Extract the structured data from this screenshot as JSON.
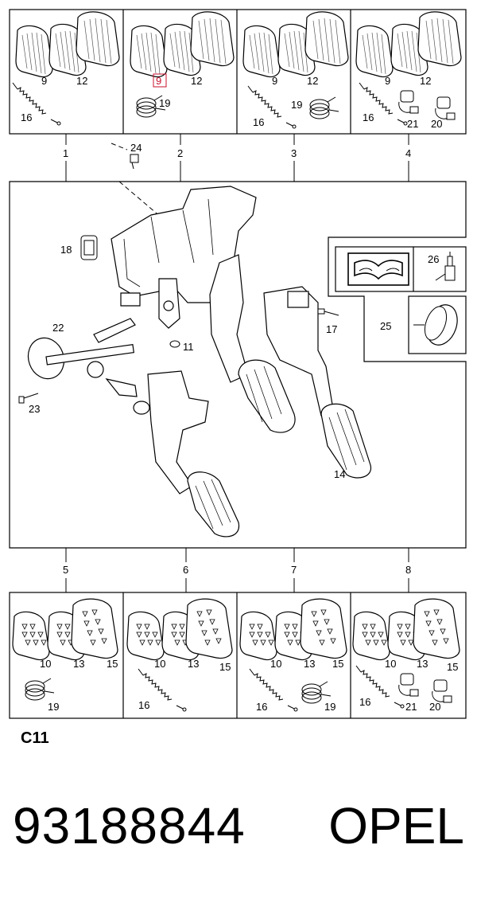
{
  "diagram": {
    "top_panels": [
      {
        "callout": "1",
        "labels": [
          "9",
          "12",
          "16"
        ]
      },
      {
        "callout": "2",
        "labels": [
          "9",
          "12",
          "19"
        ],
        "highlighted": "9"
      },
      {
        "callout": "3",
        "labels": [
          "9",
          "12",
          "16",
          "19"
        ]
      },
      {
        "callout": "4",
        "labels": [
          "9",
          "12",
          "16",
          "21",
          "20"
        ]
      }
    ],
    "bottom_panels": [
      {
        "callout": "5",
        "labels": [
          "10",
          "13",
          "15",
          "19"
        ]
      },
      {
        "callout": "6",
        "labels": [
          "10",
          "13",
          "15",
          "16"
        ]
      },
      {
        "callout": "7",
        "labels": [
          "10",
          "13",
          "15",
          "16",
          "19"
        ]
      },
      {
        "callout": "8",
        "labels": [
          "10",
          "13",
          "15",
          "16",
          "21",
          "20"
        ]
      }
    ],
    "main_labels": [
      "24",
      "18",
      "22",
      "23",
      "11",
      "17",
      "14",
      "25",
      "26"
    ],
    "highlight_color": "#c8102e"
  },
  "footer": {
    "diagram_code": "C11",
    "part_number": "93188844",
    "brand": "OPEL"
  }
}
